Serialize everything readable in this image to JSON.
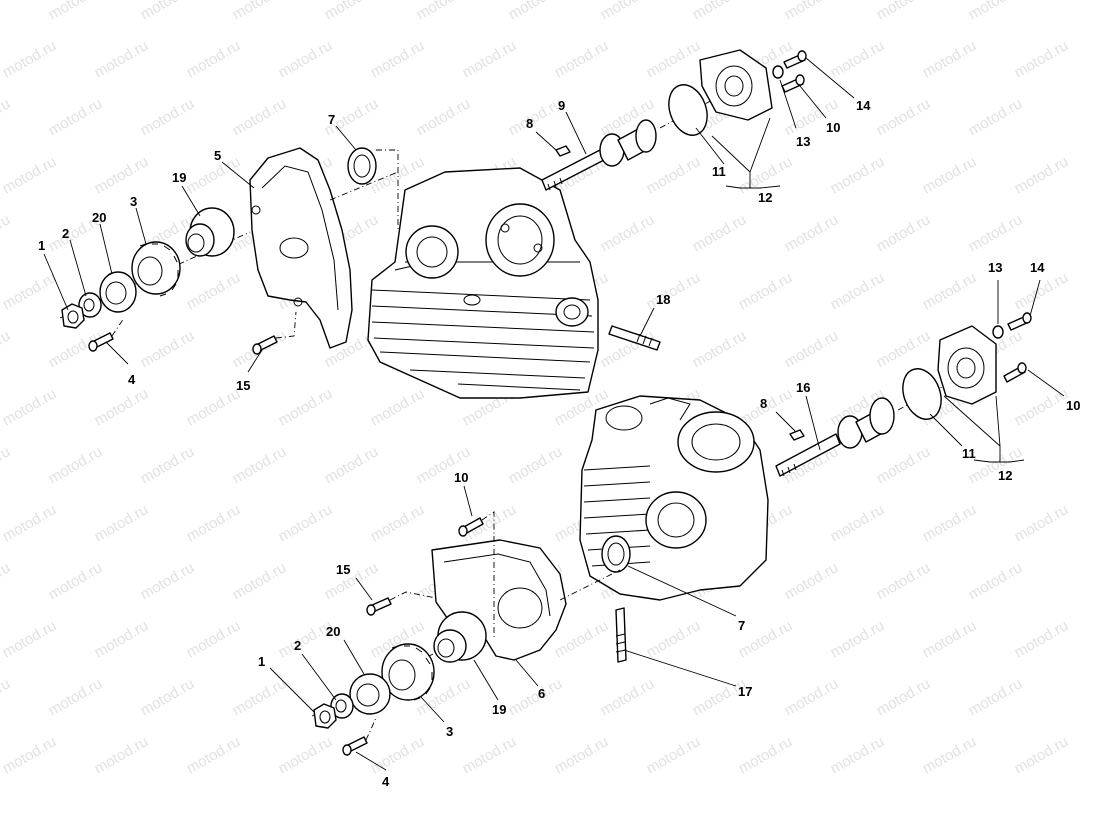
{
  "watermark": {
    "text": "motod.ru"
  },
  "callouts": {
    "upper": {
      "n1": "1",
      "n2": "2",
      "n20": "20",
      "n3": "3",
      "n19": "19",
      "n5": "5",
      "n7": "7",
      "n4": "4",
      "n15": "15",
      "n8": "8",
      "n9": "9",
      "n18": "18",
      "n11": "11",
      "n12": "12",
      "n13": "13",
      "n10": "10",
      "n14": "14"
    },
    "lower": {
      "n13": "13",
      "n14": "14",
      "n10a": "10",
      "n8": "8",
      "n16": "16",
      "n11": "11",
      "n12": "12",
      "n10b": "10",
      "n15": "15",
      "n20": "20",
      "n2": "2",
      "n1": "1",
      "n4": "4",
      "n3": "3",
      "n19": "19",
      "n6": "6",
      "n7": "7",
      "n17": "17"
    }
  }
}
